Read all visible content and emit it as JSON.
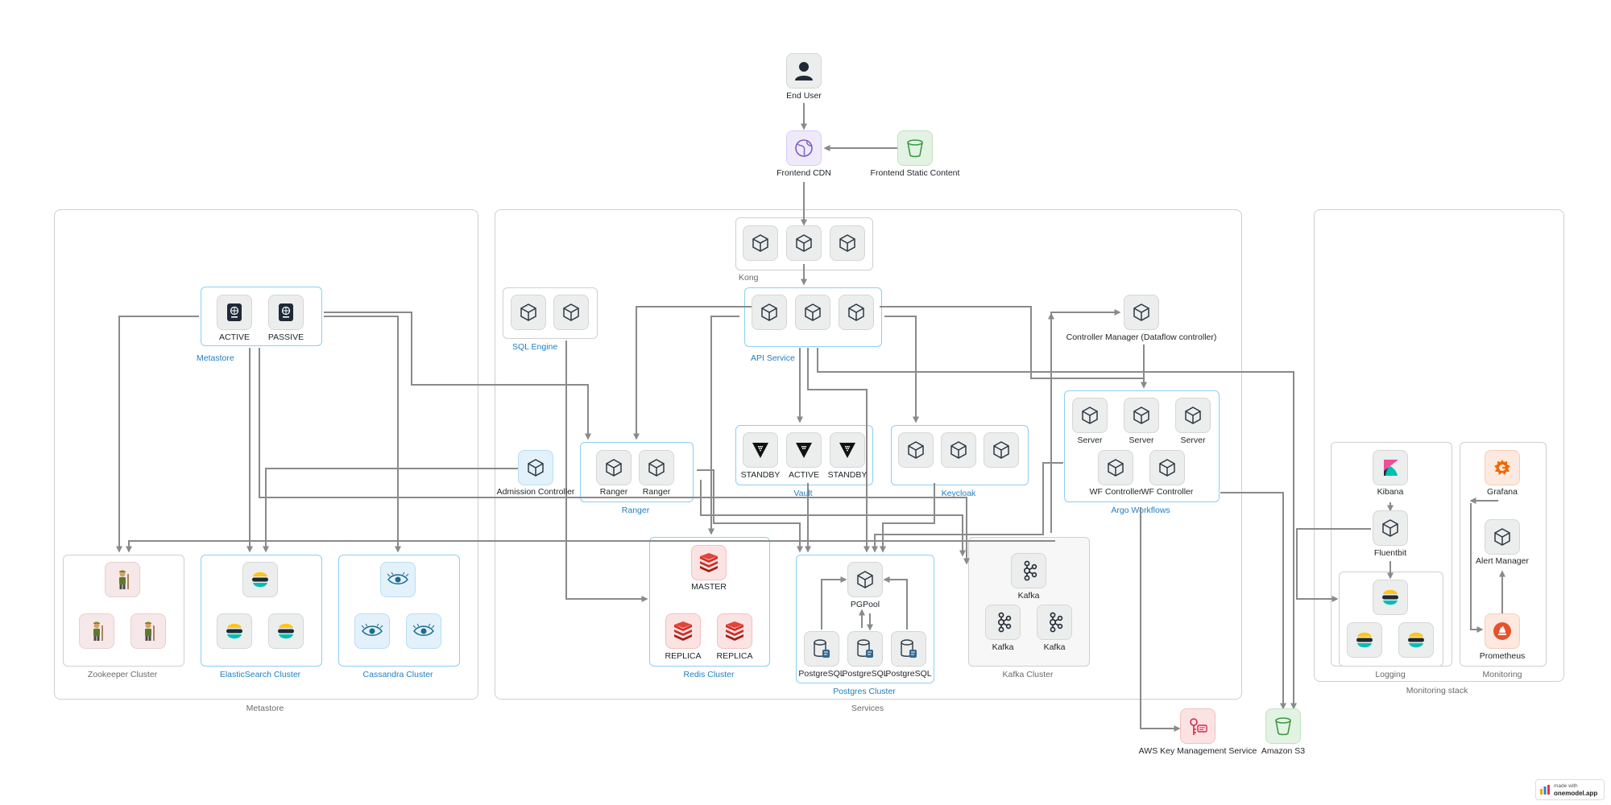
{
  "nodes": {
    "end_user": "End User",
    "frontend_cdn": "Frontend CDN",
    "frontend_static": "Frontend Static Content",
    "metastore_active": "ACTIVE",
    "metastore_passive": "PASSIVE",
    "admission_controller": "Admission Controller",
    "ranger_1": "Ranger",
    "ranger_2": "Ranger",
    "vault_standby_1": "STANDBY",
    "vault_active": "ACTIVE",
    "vault_standby_2": "STANDBY",
    "controller_manager": "Controller Manager (Dataflow controller)",
    "server_1": "Server",
    "server_2": "Server",
    "server_3": "Server",
    "wf_controller_1": "WF Controller",
    "wf_controller_2": "WF Controller",
    "redis_master": "MASTER",
    "redis_replica_1": "REPLICA",
    "redis_replica_2": "REPLICA",
    "pgpool": "PGPool",
    "postgres_1": "PostgreSQL",
    "postgres_2": "PostgreSQL",
    "postgres_3": "PostgreSQL",
    "kafka_1": "Kafka",
    "kafka_2": "Kafka",
    "kafka_3": "Kafka",
    "kibana": "Kibana",
    "fluentbit": "Fluentbit",
    "grafana": "Grafana",
    "alert_manager": "Alert Manager",
    "prometheus": "Prometheus",
    "aws_kms": "AWS Key Management Service",
    "amazon_s3": "Amazon S3"
  },
  "groups": {
    "kong": "Kong",
    "sql_engine": "SQL Engine",
    "api_service": "API Service",
    "metastore": "Metastore",
    "ranger": "Ranger",
    "vault": "Vault",
    "keycloak": "Keycloak",
    "argo_workflows": "Argo Workflows",
    "zookeeper_cluster": "Zookeeper Cluster",
    "elasticsearch_cluster": "ElasticSearch Cluster",
    "cassandra_cluster": "Cassandra Cluster",
    "redis_cluster": "Redis Cluster",
    "postgres_cluster": "Postgres Cluster",
    "kafka_cluster": "Kafka Cluster",
    "logging": "Logging",
    "monitoring": "Monitoring"
  },
  "regions": {
    "metastore": "Metastore",
    "services": "Services",
    "monitoring_stack": "Monitoring stack"
  },
  "badge": {
    "line1": "made with",
    "line2": "onemodel.app"
  },
  "colors": {
    "edge": "#8a8a8a",
    "group_blue": "#8ccff2",
    "label_blue": "#1f7fc3"
  }
}
